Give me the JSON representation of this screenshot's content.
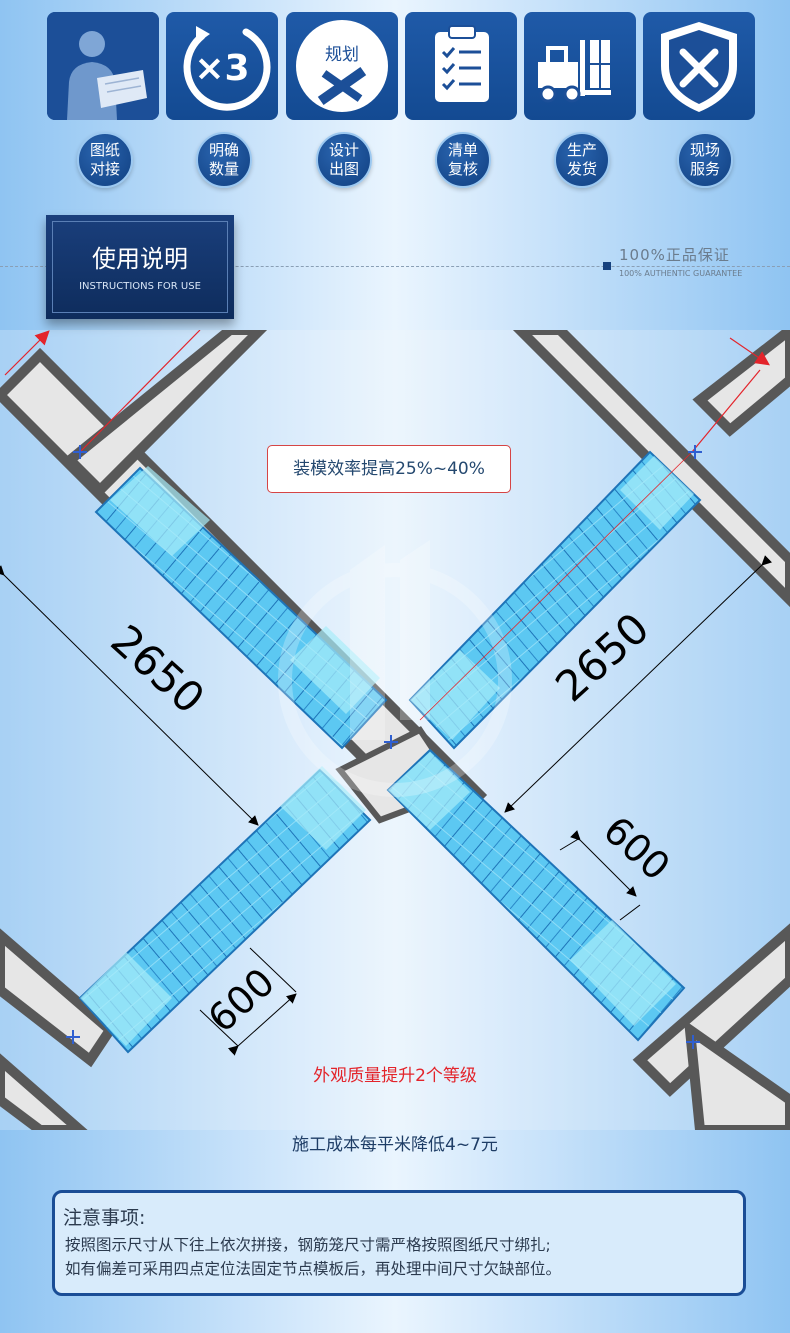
{
  "process_steps": [
    {
      "icon": "blueprint-person-icon",
      "badge": [
        "图纸",
        "对接"
      ]
    },
    {
      "icon": "times-three-icon",
      "badge": [
        "明确",
        "数量"
      ]
    },
    {
      "icon": "planning-ruler-icon",
      "icon_label": "规划",
      "badge": [
        "设计",
        "出图"
      ]
    },
    {
      "icon": "checklist-clipboard-icon",
      "badge": [
        "清单",
        "复核"
      ]
    },
    {
      "icon": "forklift-icon",
      "badge": [
        "生产",
        "发货"
      ]
    },
    {
      "icon": "shield-tools-icon",
      "badge": [
        "现场",
        "服务"
      ]
    }
  ],
  "times_symbol": "×3",
  "section": {
    "title": "使用说明",
    "subtitle": "INSTRUCTIONS FOR USE",
    "guarantee_main": "100%正品保证",
    "guarantee_sub": "100% AUTHENTIC GUARANTEE"
  },
  "diagram": {
    "callout": "装模效率提高25%~40%",
    "dim_long_left": "2650",
    "dim_long_right": "2650",
    "dim_short_left": "600",
    "dim_short_right": "600",
    "colors": {
      "formwork": "#5cc8f2",
      "formwork_light": "#a8ecfa",
      "road": "#e6e6e6",
      "road_edge": "#585858",
      "dim_red": "#e3242b",
      "cross_mark": "#2f5fd0"
    }
  },
  "quality_note": "外观质量提升2个等级",
  "cost_note": "施工成本每平米降低4~7元",
  "notice": {
    "title": "注意事项:",
    "lines": [
      "按照图示尺寸从下往上依次拼接，钢筋笼尺寸需严格按照图纸尺寸绑扎;",
      "如有偏差可采用四点定位法固定节点模板后，再处理中间尺寸欠缺部位。"
    ]
  }
}
